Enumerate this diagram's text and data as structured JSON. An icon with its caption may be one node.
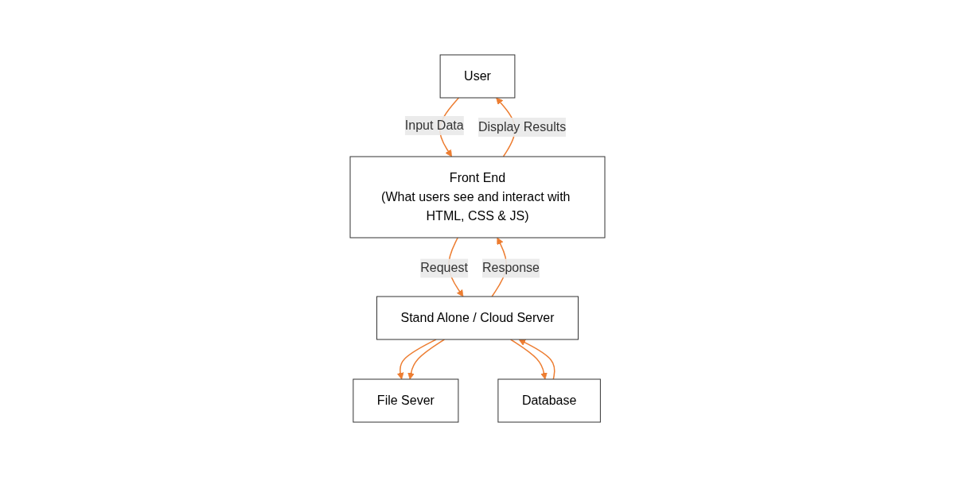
{
  "diagram": {
    "nodes": [
      {
        "text": [
          "User"
        ]
      },
      {
        "text": [
          "Front End",
          "(What users see and interact with HTML, CSS & JS)"
        ]
      },
      {
        "text": [
          "Stand Alone / Cloud Server"
        ]
      },
      {
        "text": [
          "File Sever"
        ]
      },
      {
        "text": [
          "Database"
        ]
      }
    ],
    "edges": [
      {
        "from": 0,
        "to": 1,
        "arrow": "to",
        "label": "Input Data"
      },
      {
        "from": 1,
        "to": 0,
        "arrow": "to",
        "label": "Display Results"
      },
      {
        "from": 1,
        "to": 2,
        "arrow": "to",
        "label": "Request"
      },
      {
        "from": 2,
        "to": 1,
        "arrow": "to",
        "label": "Response"
      },
      {
        "from": 2,
        "to": 3,
        "arrow": "to"
      },
      {
        "from": 2,
        "to": 3,
        "arrow": "to"
      },
      {
        "from": 2,
        "to": 4,
        "arrow": "to"
      },
      {
        "from": 4,
        "to": 2,
        "arrow": "to"
      }
    ]
  }
}
